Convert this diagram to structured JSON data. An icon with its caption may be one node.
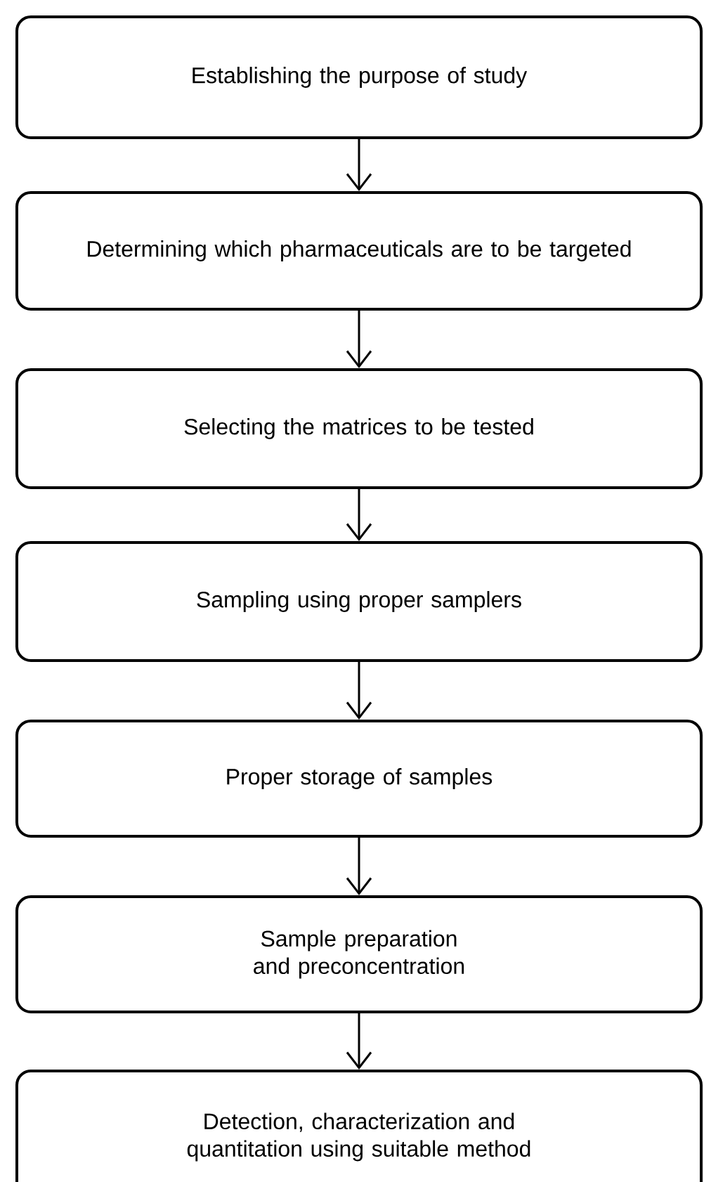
{
  "diagram": {
    "nodes": [
      {
        "text": [
          "Establishing the purpose of study"
        ]
      },
      {
        "text": [
          "Determining which pharmaceuticals are to be targeted"
        ]
      },
      {
        "text": [
          "Selecting the matrices to be tested"
        ]
      },
      {
        "text": [
          "Sampling using proper samplers"
        ]
      },
      {
        "text": [
          "Proper storage of samples"
        ]
      },
      {
        "text": [
          "Sample preparation and preconcentration"
        ]
      },
      {
        "text": [
          "Detection, characterization and quantitation using suitable method"
        ]
      }
    ],
    "edges": [
      {
        "from": 0,
        "to": 1,
        "arrow": "to"
      },
      {
        "from": 1,
        "to": 2,
        "arrow": "to"
      },
      {
        "from": 2,
        "to": 3,
        "arrow": "to"
      },
      {
        "from": 3,
        "to": 4,
        "arrow": "to"
      },
      {
        "from": 4,
        "to": 5,
        "arrow": "to"
      },
      {
        "from": 5,
        "to": 6,
        "arrow": "to"
      }
    ]
  }
}
